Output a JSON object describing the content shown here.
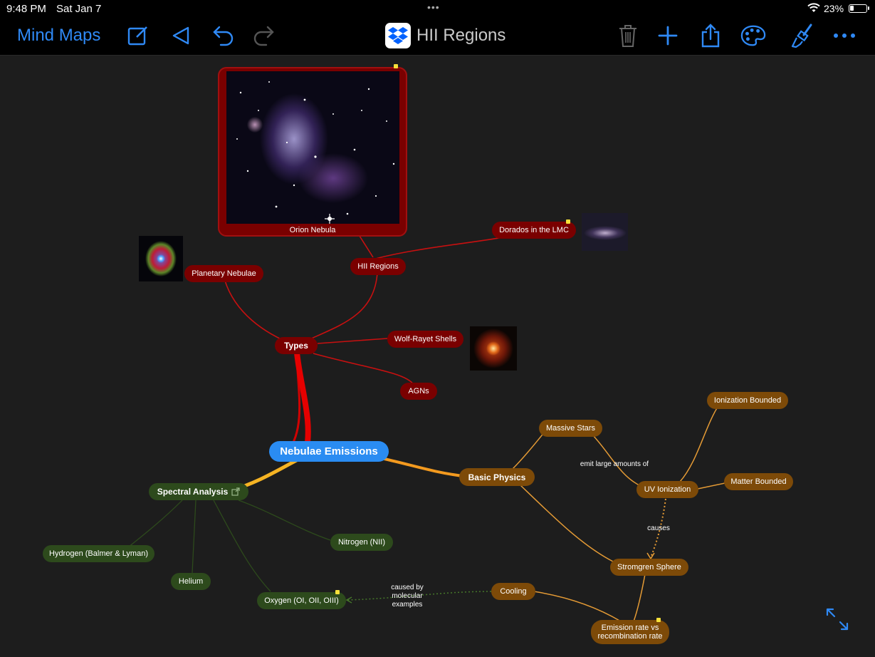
{
  "status": {
    "time": "9:48 PM",
    "date": "Sat Jan 7",
    "battery": "23%",
    "battery_level": 0.23,
    "dots": "•••"
  },
  "toolbar": {
    "back_label": "Mind Maps",
    "title": "HII Regions",
    "icons": [
      "edit-icon",
      "play-back-icon",
      "undo-icon",
      "redo-icon",
      "trash-icon",
      "add-icon",
      "share-icon",
      "palette-icon",
      "brush-icon",
      "more-icon"
    ]
  },
  "colors": {
    "accent": "#2f89f5",
    "red_branch": "#7a0000",
    "brown_branch": "#7d4a08",
    "green_branch": "#2d4a1c",
    "center": "#2a8cf2"
  },
  "map": {
    "center": "Nebulae Emissions",
    "types": {
      "label": "Types",
      "orion": "Orion Nebula",
      "hii": "HII Regions",
      "doradus": "Dorados in the LMC",
      "planetary": "Planetary Nebulae",
      "wolf": "Wolf-Rayet Shells",
      "agns": "AGNs"
    },
    "physics": {
      "label": "Basic Physics",
      "massive": "Massive Stars",
      "uv": "UV Ionization",
      "ion_bounded": "Ionization Bounded",
      "matter_bounded": "Matter Bounded",
      "stromgren": "Stromgren Sphere",
      "cooling": "Cooling",
      "emission": "Emission rate vs recombination rate",
      "emit_label": "emit large amounts of",
      "causes_label": "causes",
      "caused_by_label": "caused by molecular examples"
    },
    "spectral": {
      "label": "Spectral Analysis",
      "hydrogen": "Hydrogen (Balmer & Lyman)",
      "helium": "Helium",
      "nitrogen": "Nitrogen (NII)",
      "oxygen": "Oxygen (OI, OII, OIII)"
    }
  },
  "overlay": {
    "expand_icon": "expand-icon"
  }
}
